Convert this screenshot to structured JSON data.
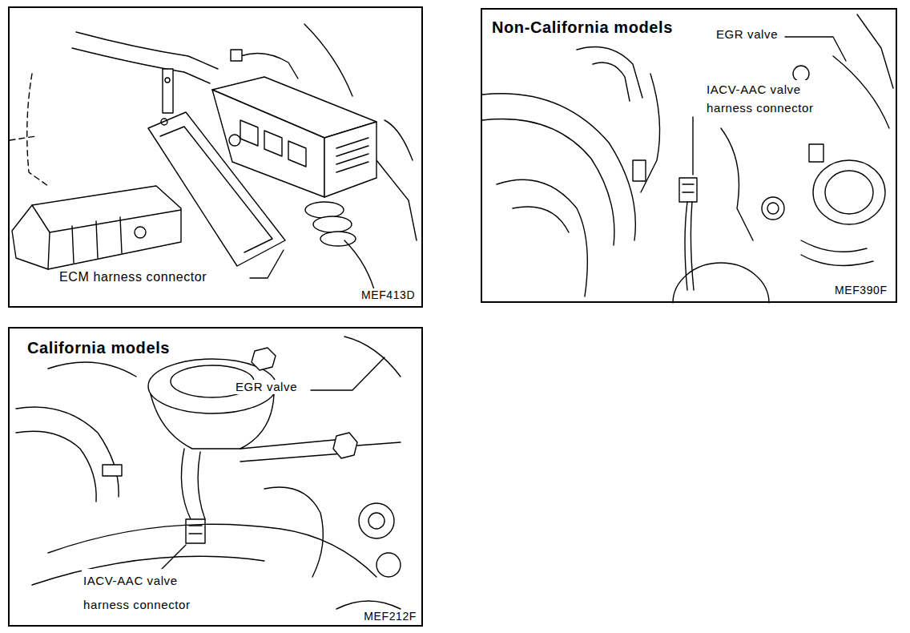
{
  "diagram": {
    "nodes": [
      {
        "text": [
          "ECM harness connector",
          "MEF413D"
        ]
      },
      {
        "text": [
          "Non-California models",
          "EGR valve",
          "IACV-AAC valve harness connector",
          "MEF390F"
        ]
      },
      {
        "text": [
          "California models",
          "EGR valve",
          "IACV-AAC valve harness connector",
          "MEF212F"
        ]
      }
    ]
  }
}
